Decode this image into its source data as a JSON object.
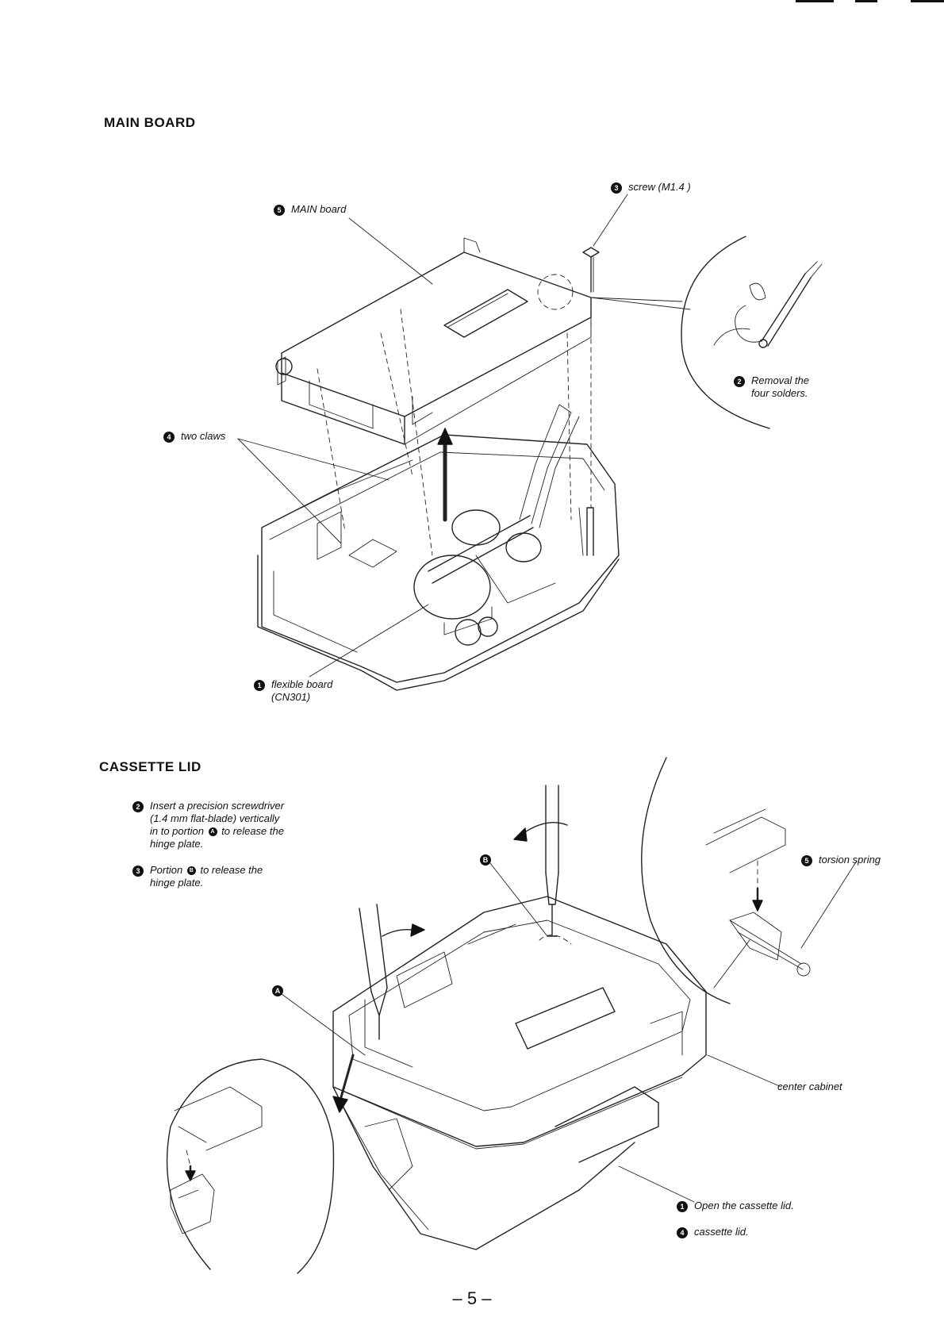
{
  "sections": {
    "main_board": {
      "heading": "MAIN BOARD",
      "callouts": {
        "screw": {
          "num": "3",
          "text": "screw (M1.4 )"
        },
        "main_board": {
          "num": "5",
          "text": "MAIN board"
        },
        "solders": {
          "num": "2",
          "line1": "Removal the",
          "line2": "four solders."
        },
        "claws": {
          "num": "4",
          "text": "two claws"
        },
        "flexible": {
          "num": "1",
          "line1": "flexible board",
          "line2": "(CN301)"
        }
      }
    },
    "cassette_lid": {
      "heading": "CASSETTE LID",
      "instructions": {
        "step2": {
          "num": "2",
          "line1": "Insert a precision screwdriver",
          "line2": "(1.4 mm flat-blade) vertically",
          "line3a": "in to portion",
          "ref_a": "A",
          "line3b": "to release the",
          "line4": "hinge plate."
        },
        "step3": {
          "num": "3",
          "line1a": "Portion",
          "ref_b": "B",
          "line1b": "to release the",
          "line2": "hinge plate."
        }
      },
      "labels": {
        "portion_b": "B",
        "portion_a": "A",
        "torsion": {
          "num": "5",
          "text": "torsion spring"
        },
        "center_cabinet": "center cabinet",
        "open_lid": {
          "num": "1",
          "text": "Open the cassette lid."
        },
        "lid": {
          "num": "4",
          "text": "cassette lid."
        }
      }
    }
  },
  "page_number": "– 5 –"
}
